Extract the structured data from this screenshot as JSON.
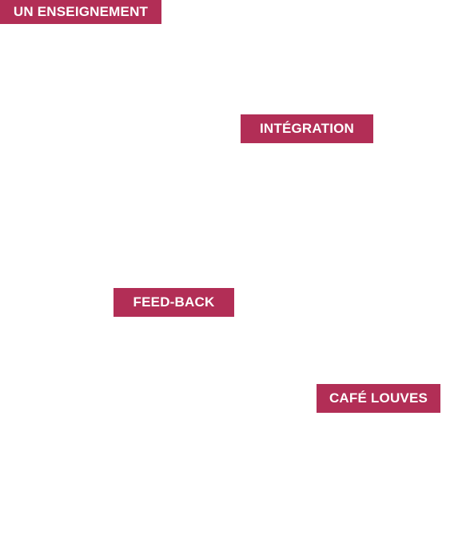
{
  "theme": {
    "tag_color": "#B22E56",
    "text_color": "#FFFFFF",
    "background": "#FFFFFF"
  },
  "tags": [
    {
      "label": "UN ENSEIGNEMENT"
    },
    {
      "label": "INTÉGRATION"
    },
    {
      "label": "FEED-BACK"
    },
    {
      "label": "CAFÉ LOUVES"
    }
  ]
}
